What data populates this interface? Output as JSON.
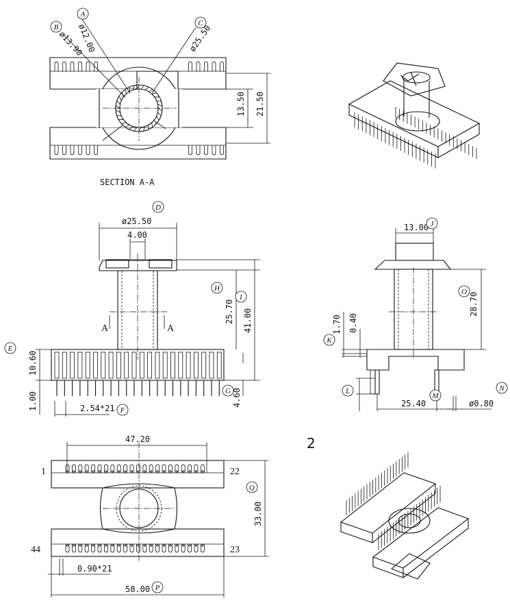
{
  "section_view": {
    "title": "SECTION A-A",
    "labels": {
      "a": "A",
      "b": "B",
      "c": "C"
    },
    "dims": {
      "d_a": "ø12.00",
      "d_b": "ø13.90",
      "d_c": "ø25.50",
      "h1": "13.50",
      "h2": "21.50"
    }
  },
  "front_view": {
    "labels": {
      "d": "D",
      "e": "E",
      "f": "F",
      "g": "G",
      "h": "H",
      "i": "I",
      "sec_left": "A",
      "sec_right": "A"
    },
    "dims": {
      "flange": "ø25.50",
      "slot": "4.00",
      "winding": "25.70",
      "total": "41.00",
      "base": "10.60",
      "standoff": "1.00",
      "pitch": "2.54*21",
      "pin": "4.60"
    }
  },
  "side_view": {
    "labels": {
      "j": "J",
      "k": "K",
      "l": "L",
      "m": "M",
      "n": "N",
      "o": "O"
    },
    "dims": {
      "top": "13.00",
      "height": "28.70",
      "k1": "1.70",
      "k2": "0.40",
      "row": "25.40",
      "pin_dia": "ø0.80"
    }
  },
  "bottom_view": {
    "labels": {
      "p": "P",
      "q": "Q"
    },
    "pins": {
      "p1": "1",
      "p22": "22",
      "p23": "23",
      "p44": "44"
    },
    "dims": {
      "span": "47.20",
      "depth": "33.00",
      "slot": "0.90*21",
      "length": "58.00"
    }
  },
  "variant_number": "2"
}
